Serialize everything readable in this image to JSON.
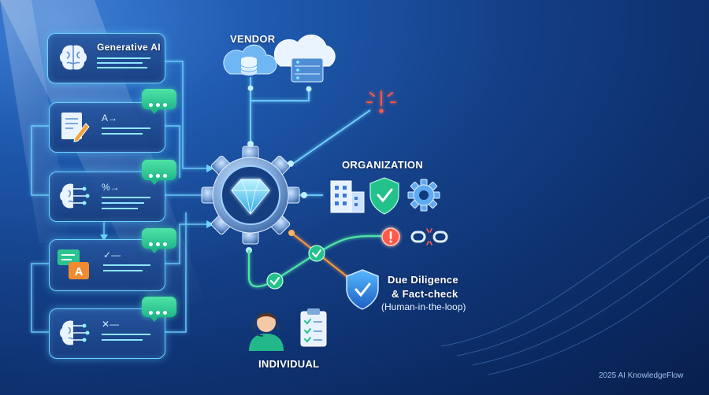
{
  "labels": {
    "generative_ai": "Generative AI",
    "vendor": "VENDOR",
    "organization": "ORGANIZATION",
    "due_diligence_line1": "Due Diligence",
    "due_diligence_line2": "& Fact-check",
    "human_in_loop": "(Human-in-the-loop)",
    "individual": "INDIVIDUAL",
    "footer": "2025 AI KnowledgeFlow"
  },
  "card_glyphs": [
    "A→",
    "%→",
    "✓—",
    "✕—"
  ],
  "icons": [
    "brain-icon",
    "document-pen-icon",
    "circuit-brain-icon",
    "translate-chat-icon",
    "brain-icon",
    "chat-bubble-icon",
    "cloud-database-icon",
    "cloud-server-icon",
    "alert-icon",
    "building-icon",
    "shield-check-icon",
    "gear-icon",
    "diamond-gear-icon",
    "broken-link-icon",
    "checkmark-icon",
    "headset-person-icon",
    "clipboard-checklist-icon"
  ],
  "colors": {
    "accent_cyan": "#6fd3ff",
    "accent_green": "#4fe3a6",
    "accent_orange": "#ff9a3c",
    "alert_red": "#ff5a4a"
  }
}
